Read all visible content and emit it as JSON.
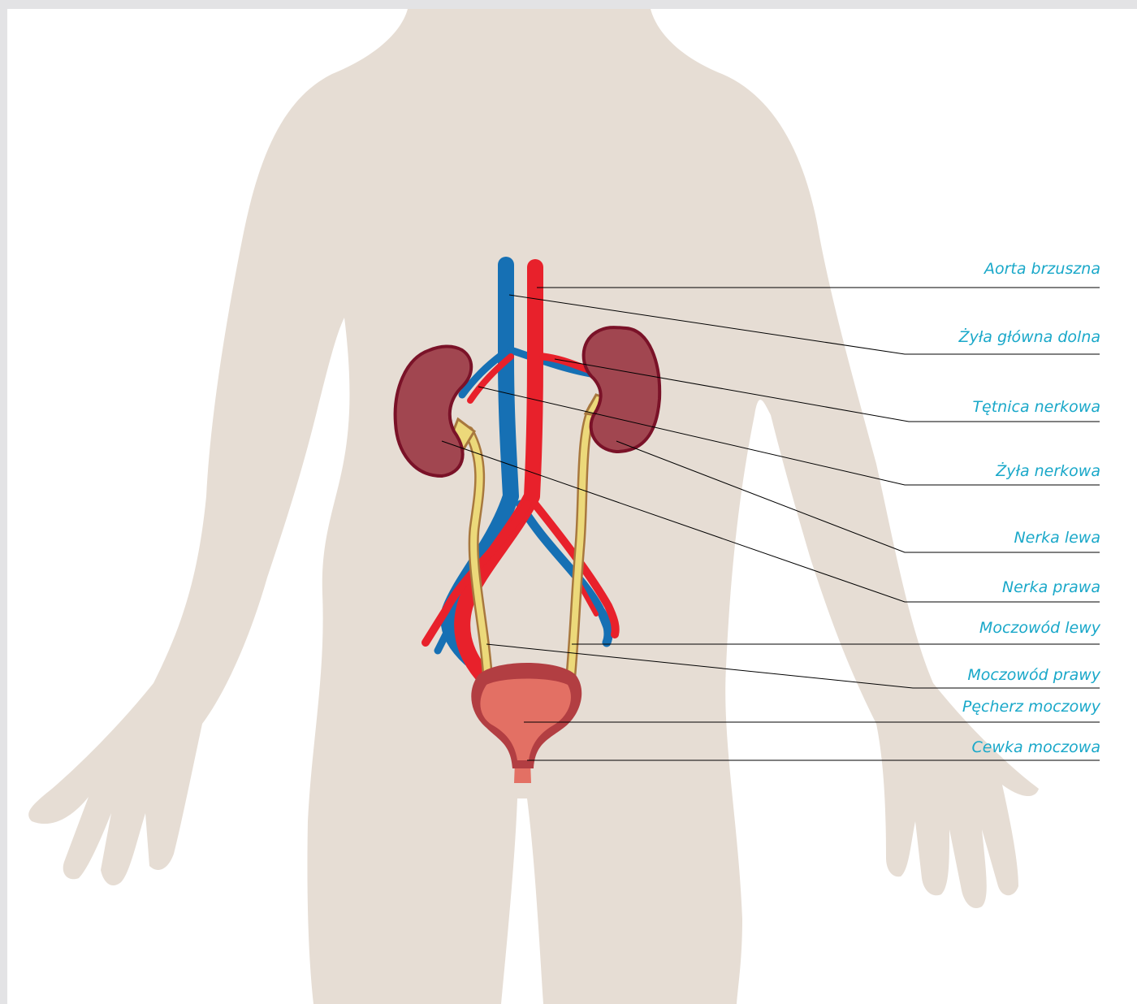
{
  "colors": {
    "body": "#e6ddd4",
    "label_text": "#1aa8c9",
    "artery": "#e8212b",
    "vein": "#1670b4",
    "kidney_fill": "#a14650",
    "kidney_outline": "#7a1228",
    "ureter_fill": "#ecd97a",
    "ureter_outline": "#a8783e",
    "bladder_fill": "#e37064",
    "bladder_outline": "#b23e42",
    "leader_line": "#000000"
  },
  "labels": {
    "aorta": "Aorta brzuszna",
    "ivc": "Żyła główna dolna",
    "renal_artery": "Tętnica nerkowa",
    "renal_vein": "Żyła nerkowa",
    "kidney_left": "Nerka lewa",
    "kidney_right": "Nerka prawa",
    "ureter_left": "Moczowód lewy",
    "ureter_right": "Moczowód prawy",
    "bladder": "Pęcherz moczowy",
    "urethra": "Cewka moczowa"
  }
}
